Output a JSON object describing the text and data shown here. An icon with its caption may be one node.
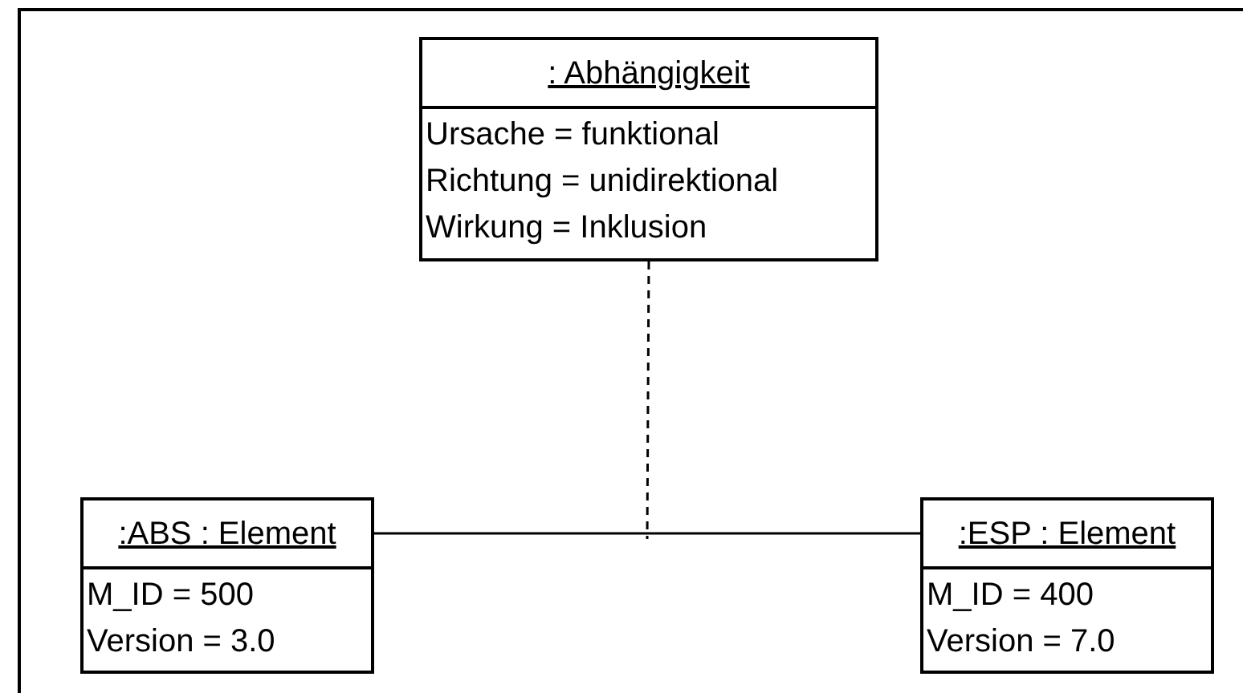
{
  "diagram": {
    "nodes": [
      {
        "text": [
          ": Abhängigkeit",
          "Ursache = funktional",
          "Richtung = unidirektional",
          "Wirkung = Inklusion"
        ]
      },
      {
        "text": [
          ":ABS : Element",
          "M_ID = 500",
          "Version = 3.0"
        ]
      },
      {
        "text": [
          ":ESP : Element",
          "M_ID = 400",
          "Version = 7.0"
        ]
      }
    ],
    "edges": [
      {
        "from": 1,
        "to": 2,
        "arrow": "none"
      },
      {
        "from": 0,
        "to": null,
        "arrow": "none",
        "style": "dashed"
      }
    ]
  }
}
